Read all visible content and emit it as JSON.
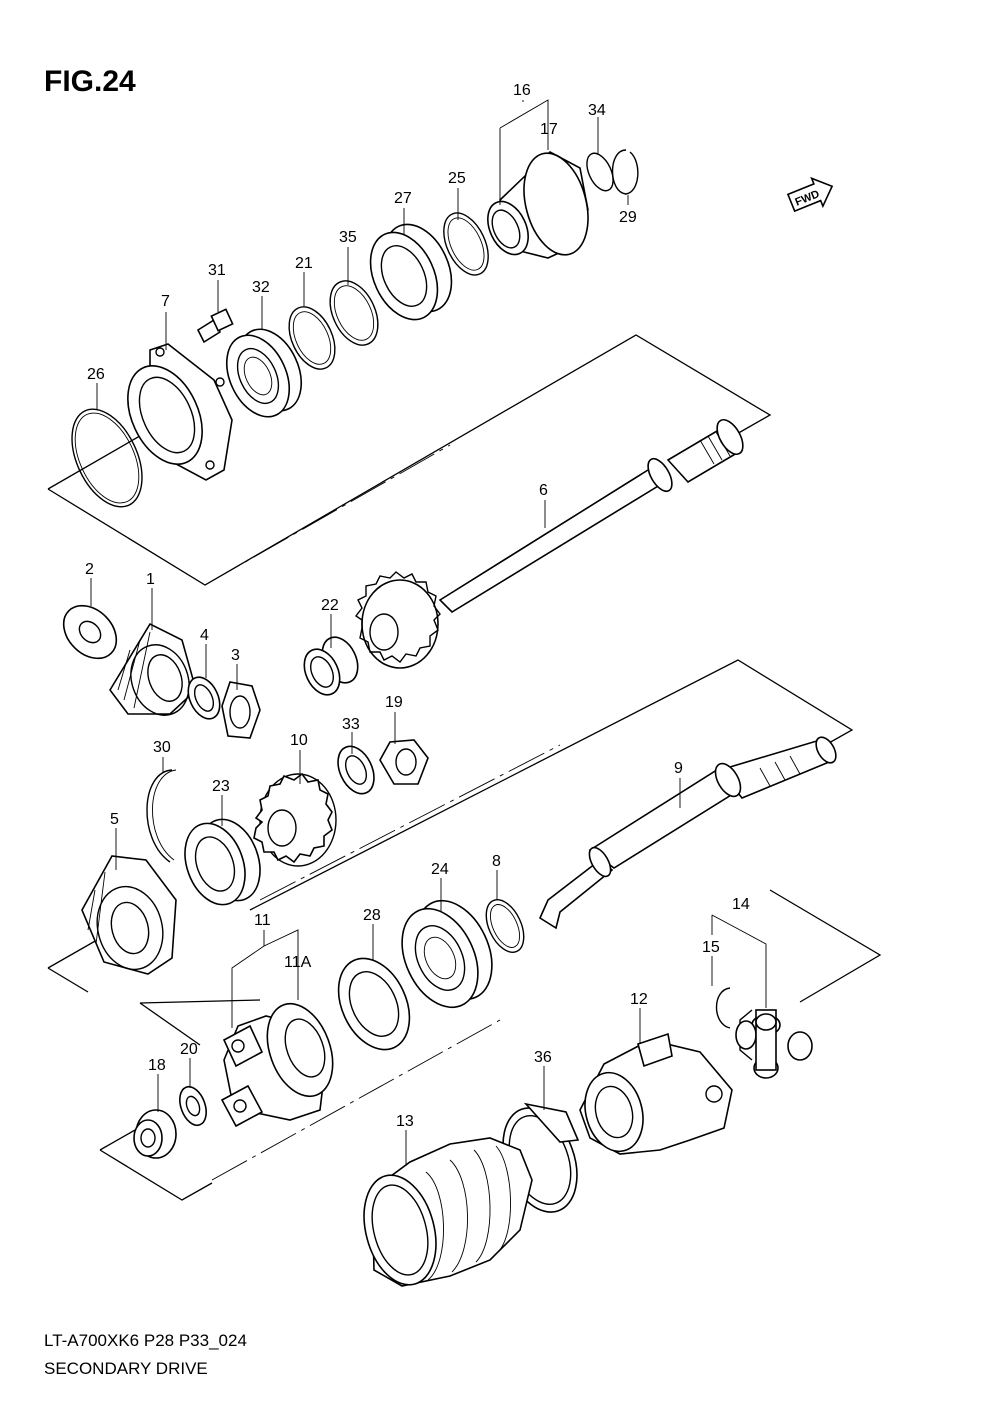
{
  "figure": {
    "title": "FIG.24",
    "code": "LT-A700XK6 P28 P33_024",
    "name": "SECONDARY DRIVE",
    "fwd_label": "FWD"
  },
  "callouts": {
    "c1": "1",
    "c2": "2",
    "c3": "3",
    "c4": "4",
    "c5": "5",
    "c6": "6",
    "c7": "7",
    "c8": "8",
    "c9": "9",
    "c10": "10",
    "c11": "11",
    "c11a": "11A",
    "c12": "12",
    "c13": "13",
    "c14": "14",
    "c15": "15",
    "c16": "16",
    "c17": "17",
    "c18": "18",
    "c19": "19",
    "c20": "20",
    "c21": "21",
    "c22": "22",
    "c23": "23",
    "c24": "24",
    "c25": "25",
    "c26": "26",
    "c27": "27",
    "c28": "28",
    "c29": "29",
    "c30": "30",
    "c31": "31",
    "c32": "32",
    "c33": "33",
    "c34": "34",
    "c35": "35",
    "c36": "36"
  }
}
